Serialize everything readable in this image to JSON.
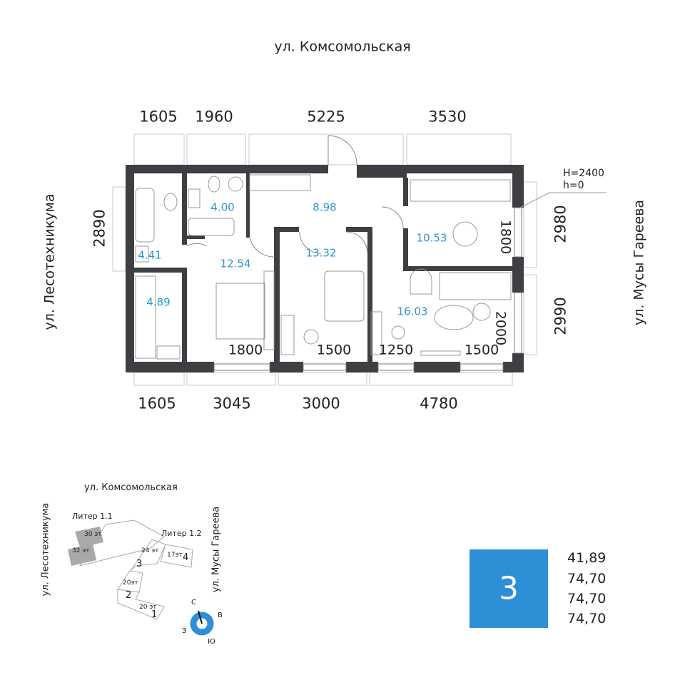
{
  "streets": {
    "top": "ул. Комсомольская",
    "left": "ул. Лесотехникума",
    "right": "ул. Мусы Гареева"
  },
  "dimensions": {
    "top": [
      "1605",
      "1960",
      "5225",
      "3530"
    ],
    "bottom": [
      "1605",
      "3045",
      "3000",
      "4780"
    ],
    "left": "2890",
    "right": [
      "2980",
      "2990"
    ],
    "interior": {
      "window_bedroom": "1800",
      "window_room2": "1500",
      "window_living_left": "1250",
      "window_living_right": "1500",
      "window_kitchen": "1800",
      "window_living_side": "2000"
    }
  },
  "heights": {
    "ceiling": "H=2400",
    "floor": "h=0"
  },
  "rooms": [
    {
      "id": "bathroom-1",
      "area": "4.00"
    },
    {
      "id": "hall",
      "area": "8.98"
    },
    {
      "id": "kitchen",
      "area": "10.53"
    },
    {
      "id": "bathroom-2",
      "area": "4.41"
    },
    {
      "id": "bedroom",
      "area": "12.54"
    },
    {
      "id": "room-2",
      "area": "13.32"
    },
    {
      "id": "closet",
      "area": "4.89"
    },
    {
      "id": "living-room",
      "area": "16.03"
    }
  ],
  "site_plan": {
    "street_top": "ул. Комсомольская",
    "street_left": "ул. Лесотехникума",
    "street_right": "ул. Мусы Гареева",
    "liter_1": "Литер 1.1",
    "liter_2": "Литер 1.2",
    "floors": [
      "30 эт",
      "32 эт",
      "24 эт",
      "17эт",
      "20эт",
      "20 эт"
    ],
    "sections": [
      "3",
      "4",
      "2",
      "1"
    ],
    "compass": {
      "n": "С",
      "e": "В",
      "w": "З",
      "s": "Ю"
    }
  },
  "summary": {
    "rooms_count": "3",
    "values": [
      "41,89",
      "74,70",
      "74,70",
      "74,70"
    ]
  },
  "colors": {
    "accent": "#2d8fd5",
    "wall": "#3d3f42",
    "area_text": "#2b96d3"
  }
}
